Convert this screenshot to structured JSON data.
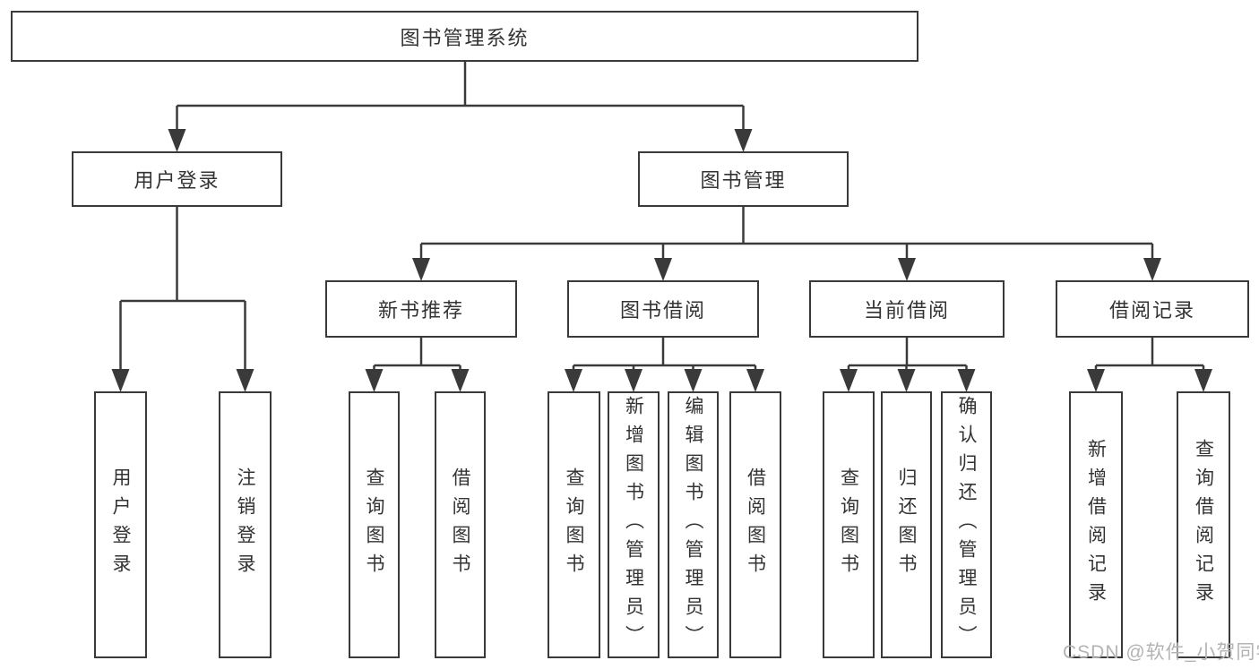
{
  "colors": {
    "line": "#3a3a3a",
    "text": "#333333",
    "watermark": "#b3b3b3",
    "background": "#ffffff"
  },
  "diagram": {
    "title": "图书管理系统",
    "branches": [
      {
        "label": "用户登录",
        "children": [
          "用户登录",
          "注销登录"
        ]
      },
      {
        "label": "图书管理",
        "modules": [
          {
            "label": "新书推荐",
            "children": [
              "查询图书",
              "借阅图书"
            ]
          },
          {
            "label": "图书借阅",
            "children": [
              "查询图书",
              "新增图书（管理员）",
              "编辑图书（管理员）",
              "借阅图书"
            ]
          },
          {
            "label": "当前借阅",
            "children": [
              "查询图书",
              "归还图书",
              "确认归还（管理员）"
            ]
          },
          {
            "label": "借阅记录",
            "children": [
              "新增借阅记录",
              "查询借阅记录"
            ]
          }
        ]
      }
    ]
  },
  "watermark": "CSDN @软件_小贺同学"
}
